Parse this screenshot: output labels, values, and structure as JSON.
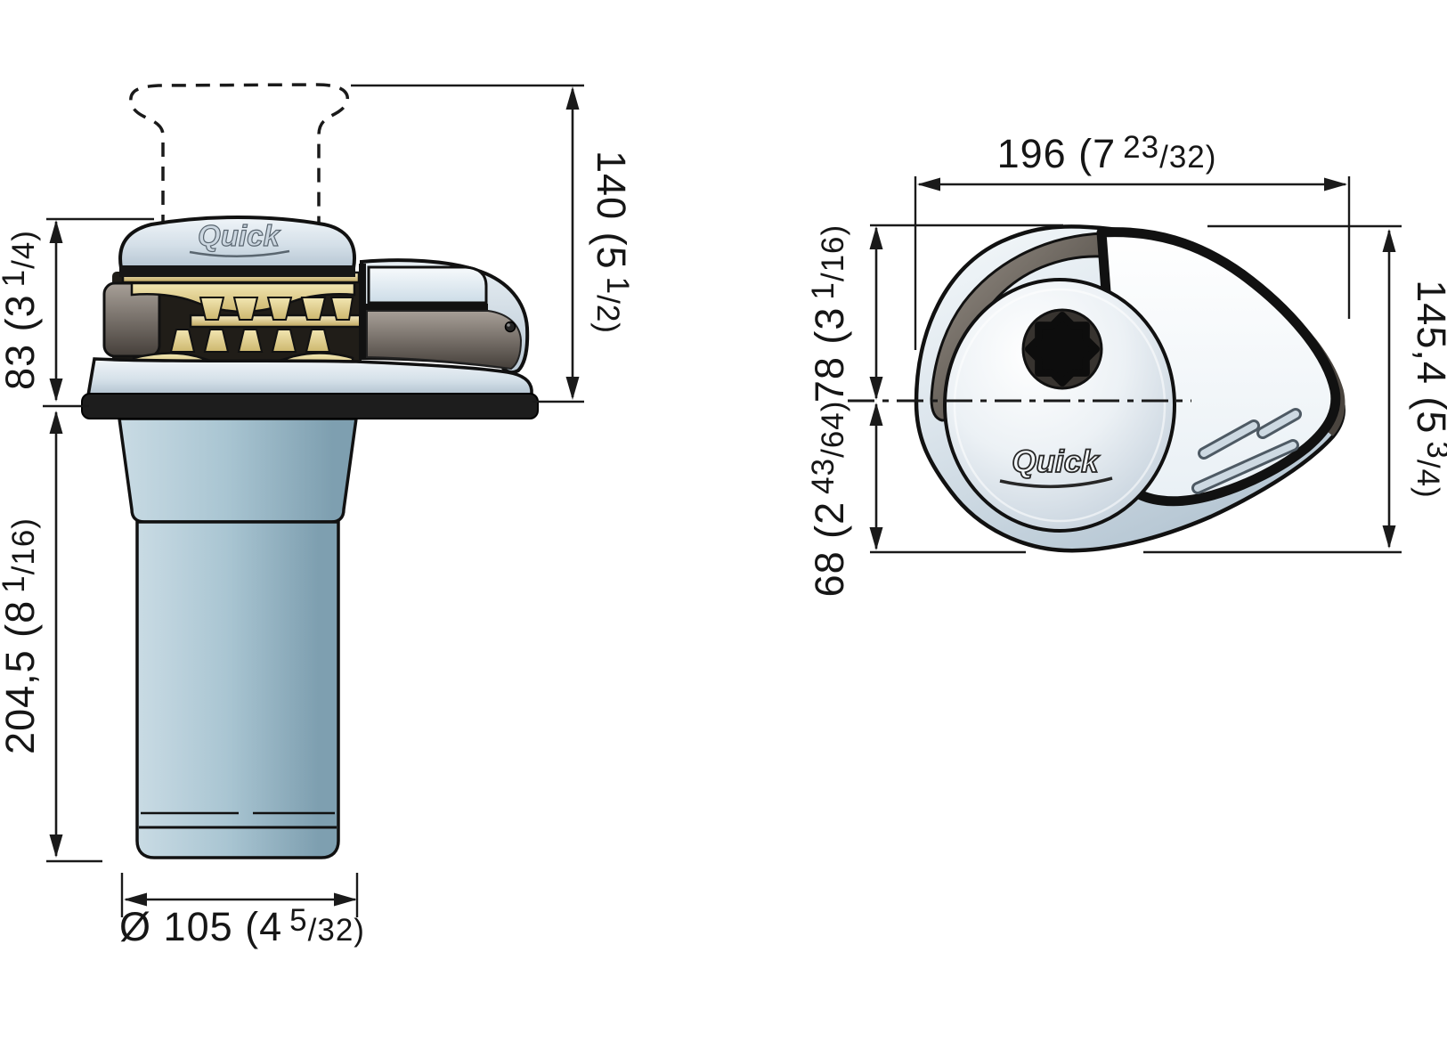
{
  "drawing": {
    "kind": "windlass technical dimension drawing",
    "views": [
      "side-view",
      "top-view"
    ]
  },
  "logo": {
    "text": "Quick"
  },
  "dims": {
    "d140": {
      "label": "140 (5 1/2)",
      "main": "140 (5",
      "num": "1",
      "den": "/2)"
    },
    "d83": {
      "label": "83 (3 1/4)",
      "main": "83 (3",
      "num": "1",
      "den": "/4)"
    },
    "d204": {
      "label": "204,5 (8 1/16)",
      "main": "204,5 (8",
      "num": "1",
      "den": "/16)"
    },
    "d105": {
      "label": "Ø 105 (4 5/32)",
      "main": "Ø 105 (4",
      "num": "5",
      "den": "/32)"
    },
    "d196": {
      "label": "196 (7 23/32)",
      "main": "196 (7",
      "num": "23",
      "den": "/32)"
    },
    "d78": {
      "label": "78 (3 1/16)",
      "main": "78 (3",
      "num": "1",
      "den": "/16)"
    },
    "d68": {
      "label": "68 (2 43/64)",
      "main": "68 (2",
      "num": "43",
      "den": "/64)"
    },
    "d145": {
      "label": "145,4 (5 3/4)",
      "main": "145,4 (5",
      "num": "3",
      "den": "/4)"
    }
  },
  "colors": {
    "line": "#1a1a1a",
    "body_light": "#c9d6e2",
    "gold": "#d8c379",
    "dark_gray": "#4a443f",
    "black_parts": "#1b1b1b",
    "background": "#ffffff"
  }
}
